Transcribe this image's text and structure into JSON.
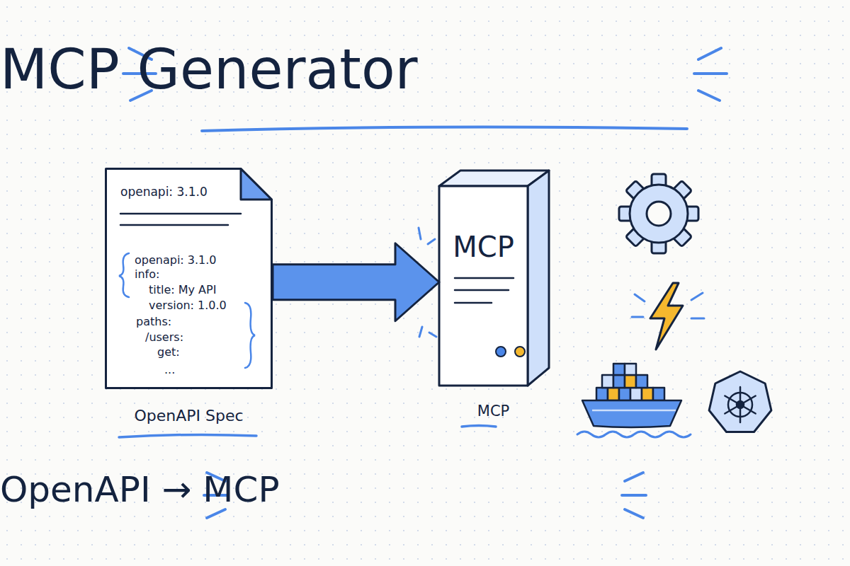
{
  "diagram": {
    "title": "MCP Generator",
    "caption": "OpenAPI → MCP",
    "nodes": [
      {
        "text": [
          "openapi: 3.1.0",
          "openapi: 3.1.0",
          "info:",
          "title: My API",
          "version: 1.0.0",
          "paths:",
          "/users:",
          "get:",
          "...",
          "OpenAPI Spec"
        ]
      },
      {
        "text": [
          "MCP",
          "MCP"
        ]
      }
    ],
    "edges": [
      {
        "from": 0,
        "to": 1,
        "arrow": "to"
      }
    ]
  }
}
